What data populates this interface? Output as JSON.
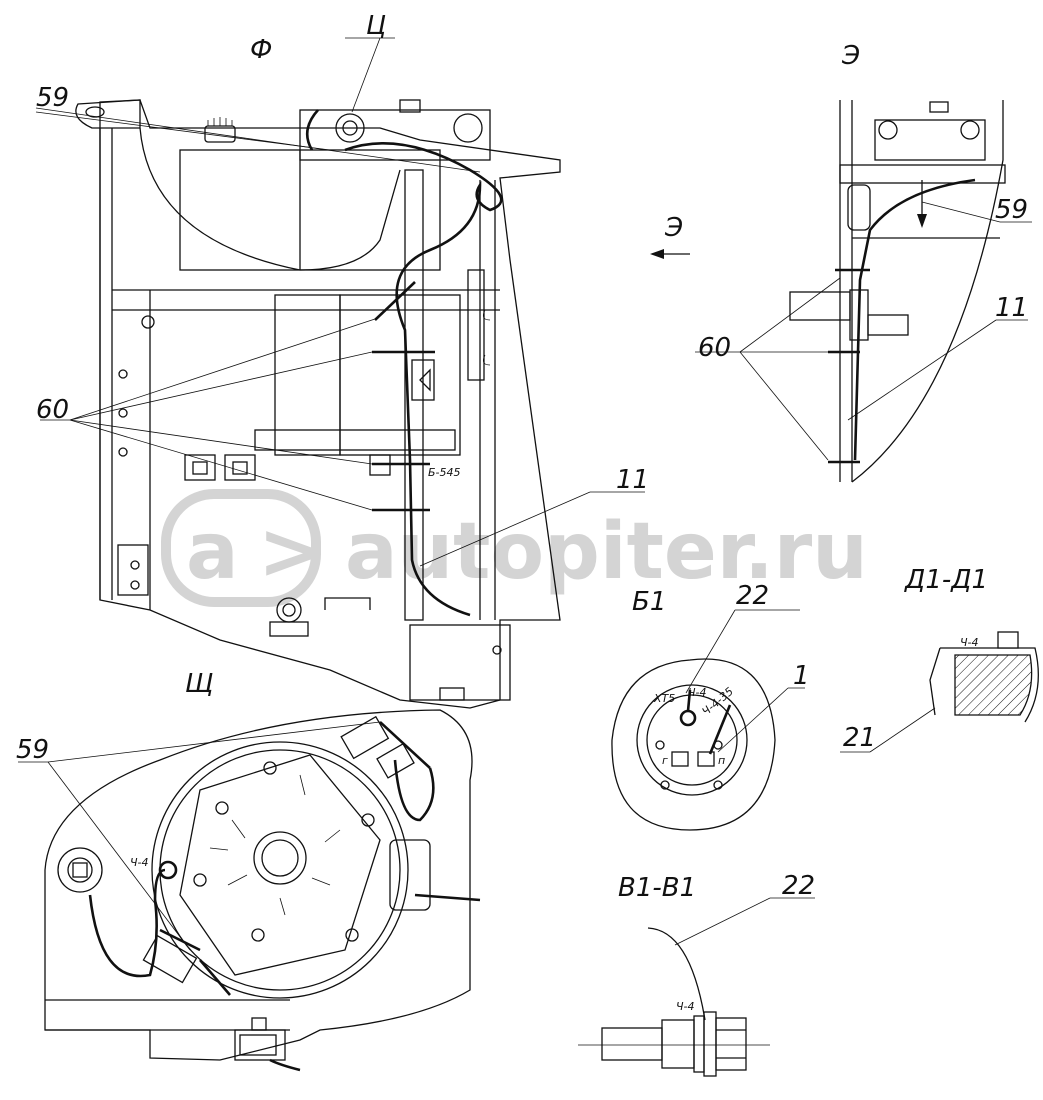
{
  "watermark": "autopiter.ru",
  "views": {
    "main": "Ф",
    "detail_c": "Ц",
    "side": "Э",
    "side_arrow": "Э",
    "lower": "Щ",
    "detail_b1": "Б1",
    "section_v1": "В1-В1",
    "section_d1": "Д1-Д1"
  },
  "callouts": {
    "main_59": "59",
    "main_60": "60",
    "main_11": "11",
    "side_59": "59",
    "side_60": "60",
    "side_11": "11",
    "lower_59": "59",
    "b1_22": "22",
    "b1_1": "1",
    "v1_22": "22",
    "d1_21": "21"
  },
  "small_labels": {
    "b545": "Б-545",
    "xt5": "ХТ5",
    "ch4_b1": "Ч-4",
    "ch4_35": "Ч-4-35",
    "g": "г",
    "p": "п",
    "ch4_lower": "Ч-4",
    "ch4_v1": "Ч-4",
    "ch4_d1": "Ч-4"
  }
}
